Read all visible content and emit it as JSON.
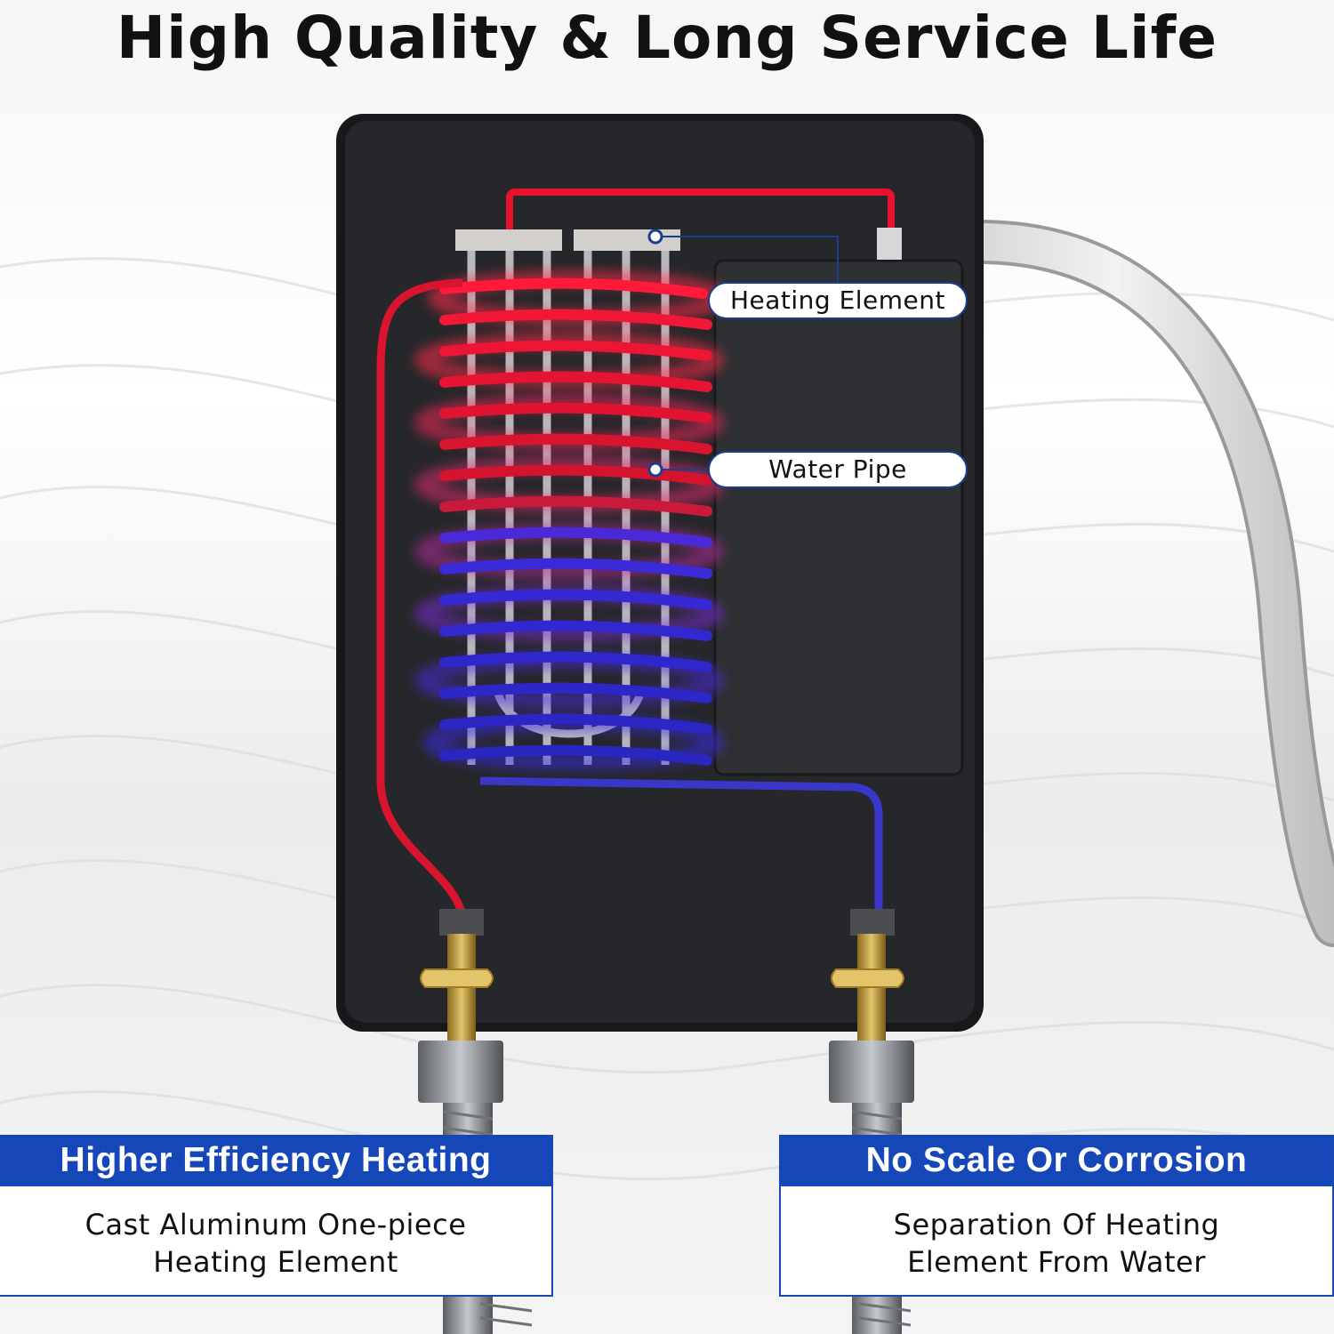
{
  "title": "High Quality & Long Service Life",
  "callouts": {
    "heating_element": "Heating Element",
    "water_pipe": "Water Pipe"
  },
  "features": [
    {
      "heading": "Higher Efficiency Heating",
      "body_line1": "Cast Aluminum One-piece",
      "body_line2": "Heating Element"
    },
    {
      "heading": "No Scale Or Corrosion",
      "body_line1": "Separation Of Heating",
      "body_line2": "Element From Water"
    }
  ],
  "colors": {
    "accent_blue": "#1547b8",
    "hot_red": "#e8122c",
    "cold_blue": "#2b2fc9",
    "housing": "#222326"
  }
}
